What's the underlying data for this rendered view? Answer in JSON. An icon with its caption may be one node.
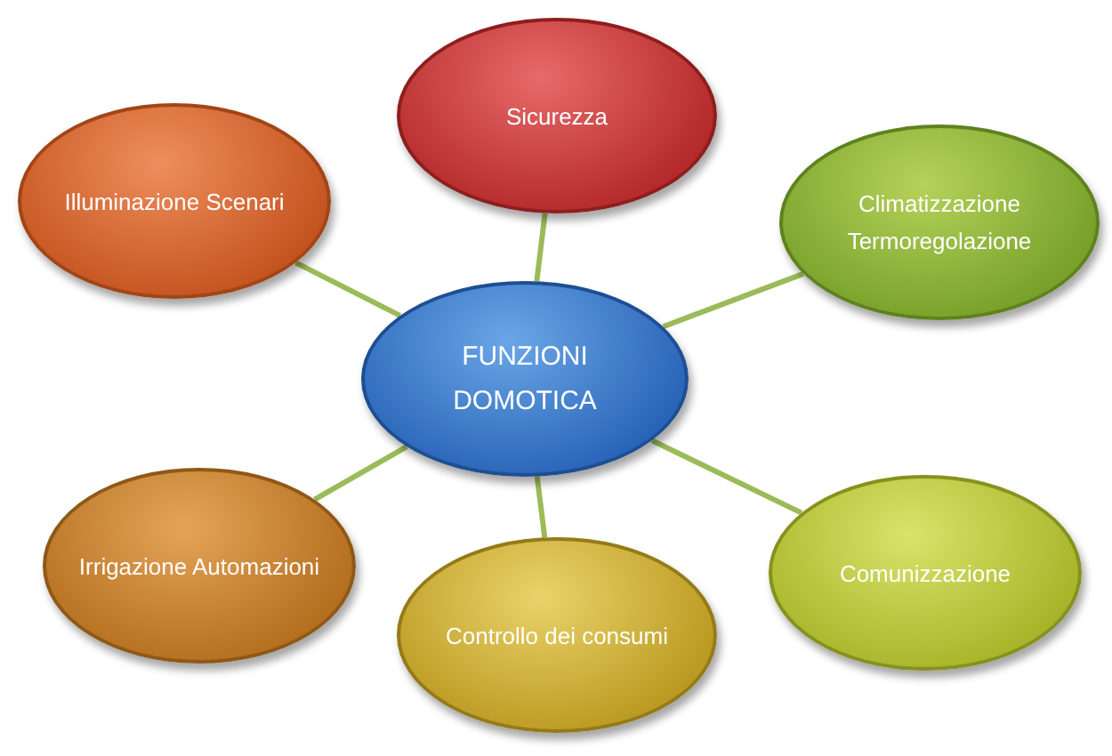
{
  "diagram": {
    "nodes": [
      {
        "text": [
          "Sicurezza"
        ]
      },
      {
        "text": [
          "Illuminazione Scenari"
        ]
      },
      {
        "text": [
          "Climatizzazione Termoregolazione"
        ]
      },
      {
        "text": [
          "FUNZIONI DOMOTICA"
        ]
      },
      {
        "text": [
          "Irrigazione Automazioni"
        ]
      },
      {
        "text": [
          "Comunizzazione"
        ]
      },
      {
        "text": [
          "Controllo dei consumi"
        ]
      }
    ],
    "edges": [
      {
        "from": 3,
        "to": 0,
        "arrow": "none"
      },
      {
        "from": 3,
        "to": 1,
        "arrow": "none"
      },
      {
        "from": 3,
        "to": 2,
        "arrow": "none"
      },
      {
        "from": 3,
        "to": 4,
        "arrow": "none"
      },
      {
        "from": 3,
        "to": 5,
        "arrow": "none"
      },
      {
        "from": 3,
        "to": 6,
        "arrow": "none"
      }
    ]
  }
}
